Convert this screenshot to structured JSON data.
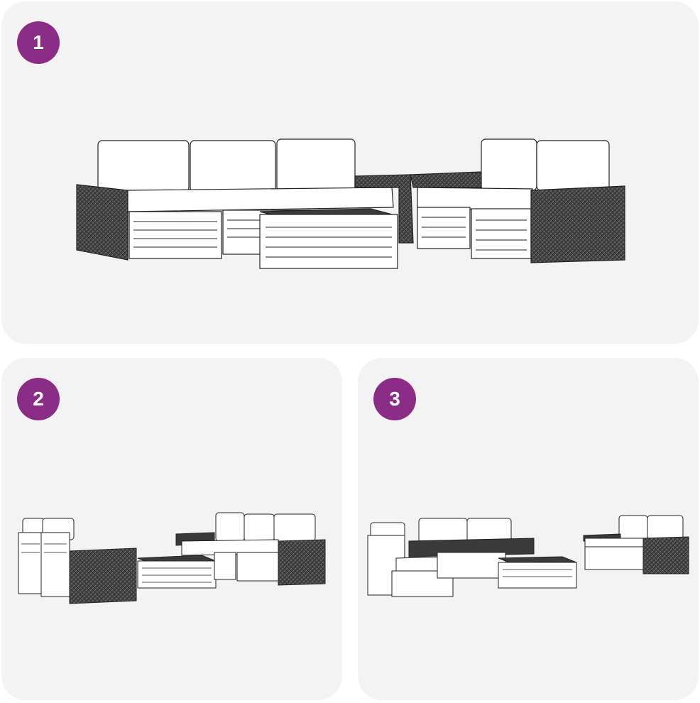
{
  "steps": [
    {
      "number": "1",
      "illustration": "furniture-arrangement-1"
    },
    {
      "number": "2",
      "illustration": "furniture-arrangement-2"
    },
    {
      "number": "3",
      "illustration": "furniture-arrangement-3"
    }
  ],
  "colors": {
    "badge": "#8b2c86",
    "panel": "#f3f3f3",
    "rattan": "#3a3a3a",
    "line": "#222222"
  }
}
